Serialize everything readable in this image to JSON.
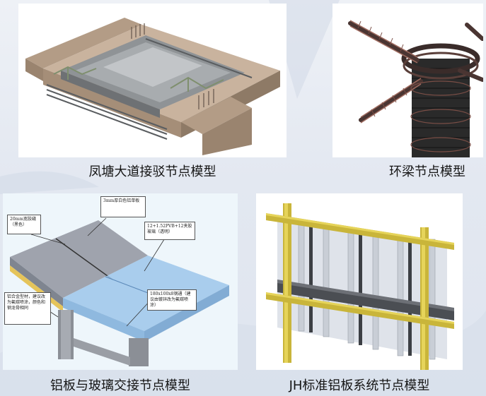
{
  "panels": {
    "fengtang": {
      "caption": "凤塘大道接驳节点模型"
    },
    "ring_beam": {
      "caption": "环梁节点模型"
    },
    "al_glass": {
      "caption": "铝板与玻璃交接节点模型",
      "callouts": {
        "sealant": "20mm宽胶缝（黑色）",
        "al_panel": "3mm厚白色铝单板",
        "glass": "12+1.52PVB+12夹胶玻璃（透明）",
        "profile": "铝合金型材，建议改为氟碳喷涂，颜色和钢龙骨相同",
        "steel": "180x100x8钢通（建议由镀锌改为氟碳喷涂）"
      }
    },
    "jh_system": {
      "caption": "JH标准铝板系统节点模型"
    }
  }
}
